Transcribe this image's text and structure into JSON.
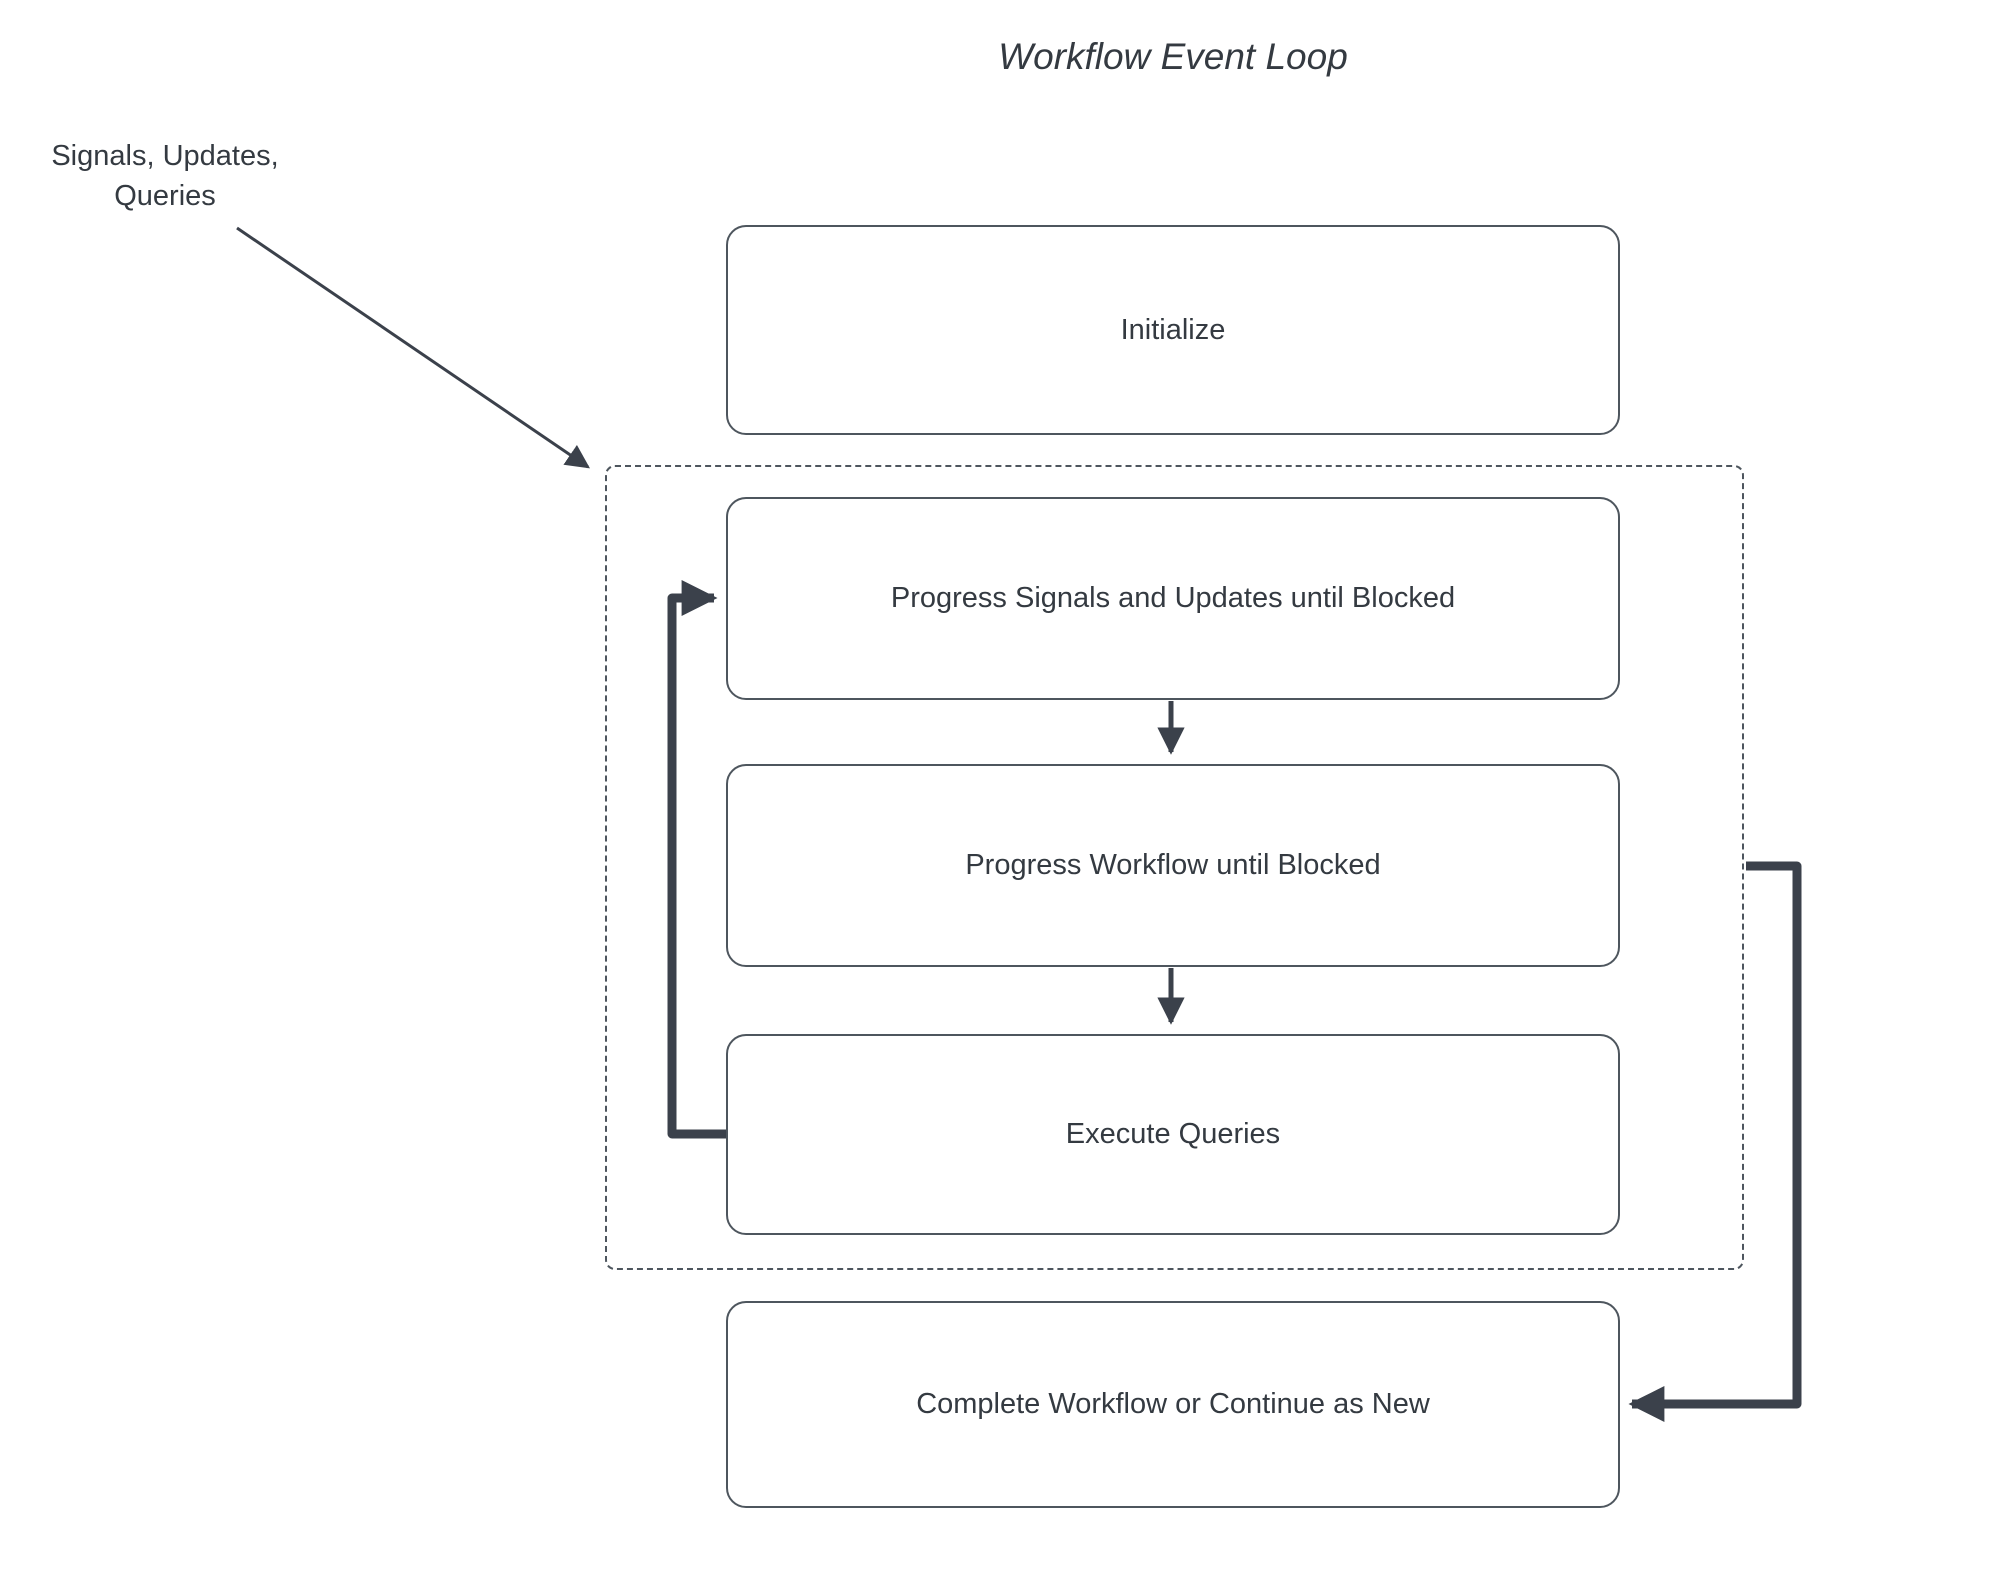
{
  "title": "Workflow Event Loop",
  "annotation": {
    "line1": "Signals, Updates,",
    "line2": "Queries"
  },
  "nodes": {
    "initialize": "Initialize",
    "progress_signals": "Progress Signals and Updates until Blocked",
    "progress_workflow": "Progress Workflow until Blocked",
    "execute_queries": "Execute Queries",
    "complete": "Complete Workflow or Continue as New"
  },
  "colors": {
    "line": "#3b414b",
    "box_border": "#4e565e",
    "text": "#343a41",
    "background": "#ffffff"
  }
}
